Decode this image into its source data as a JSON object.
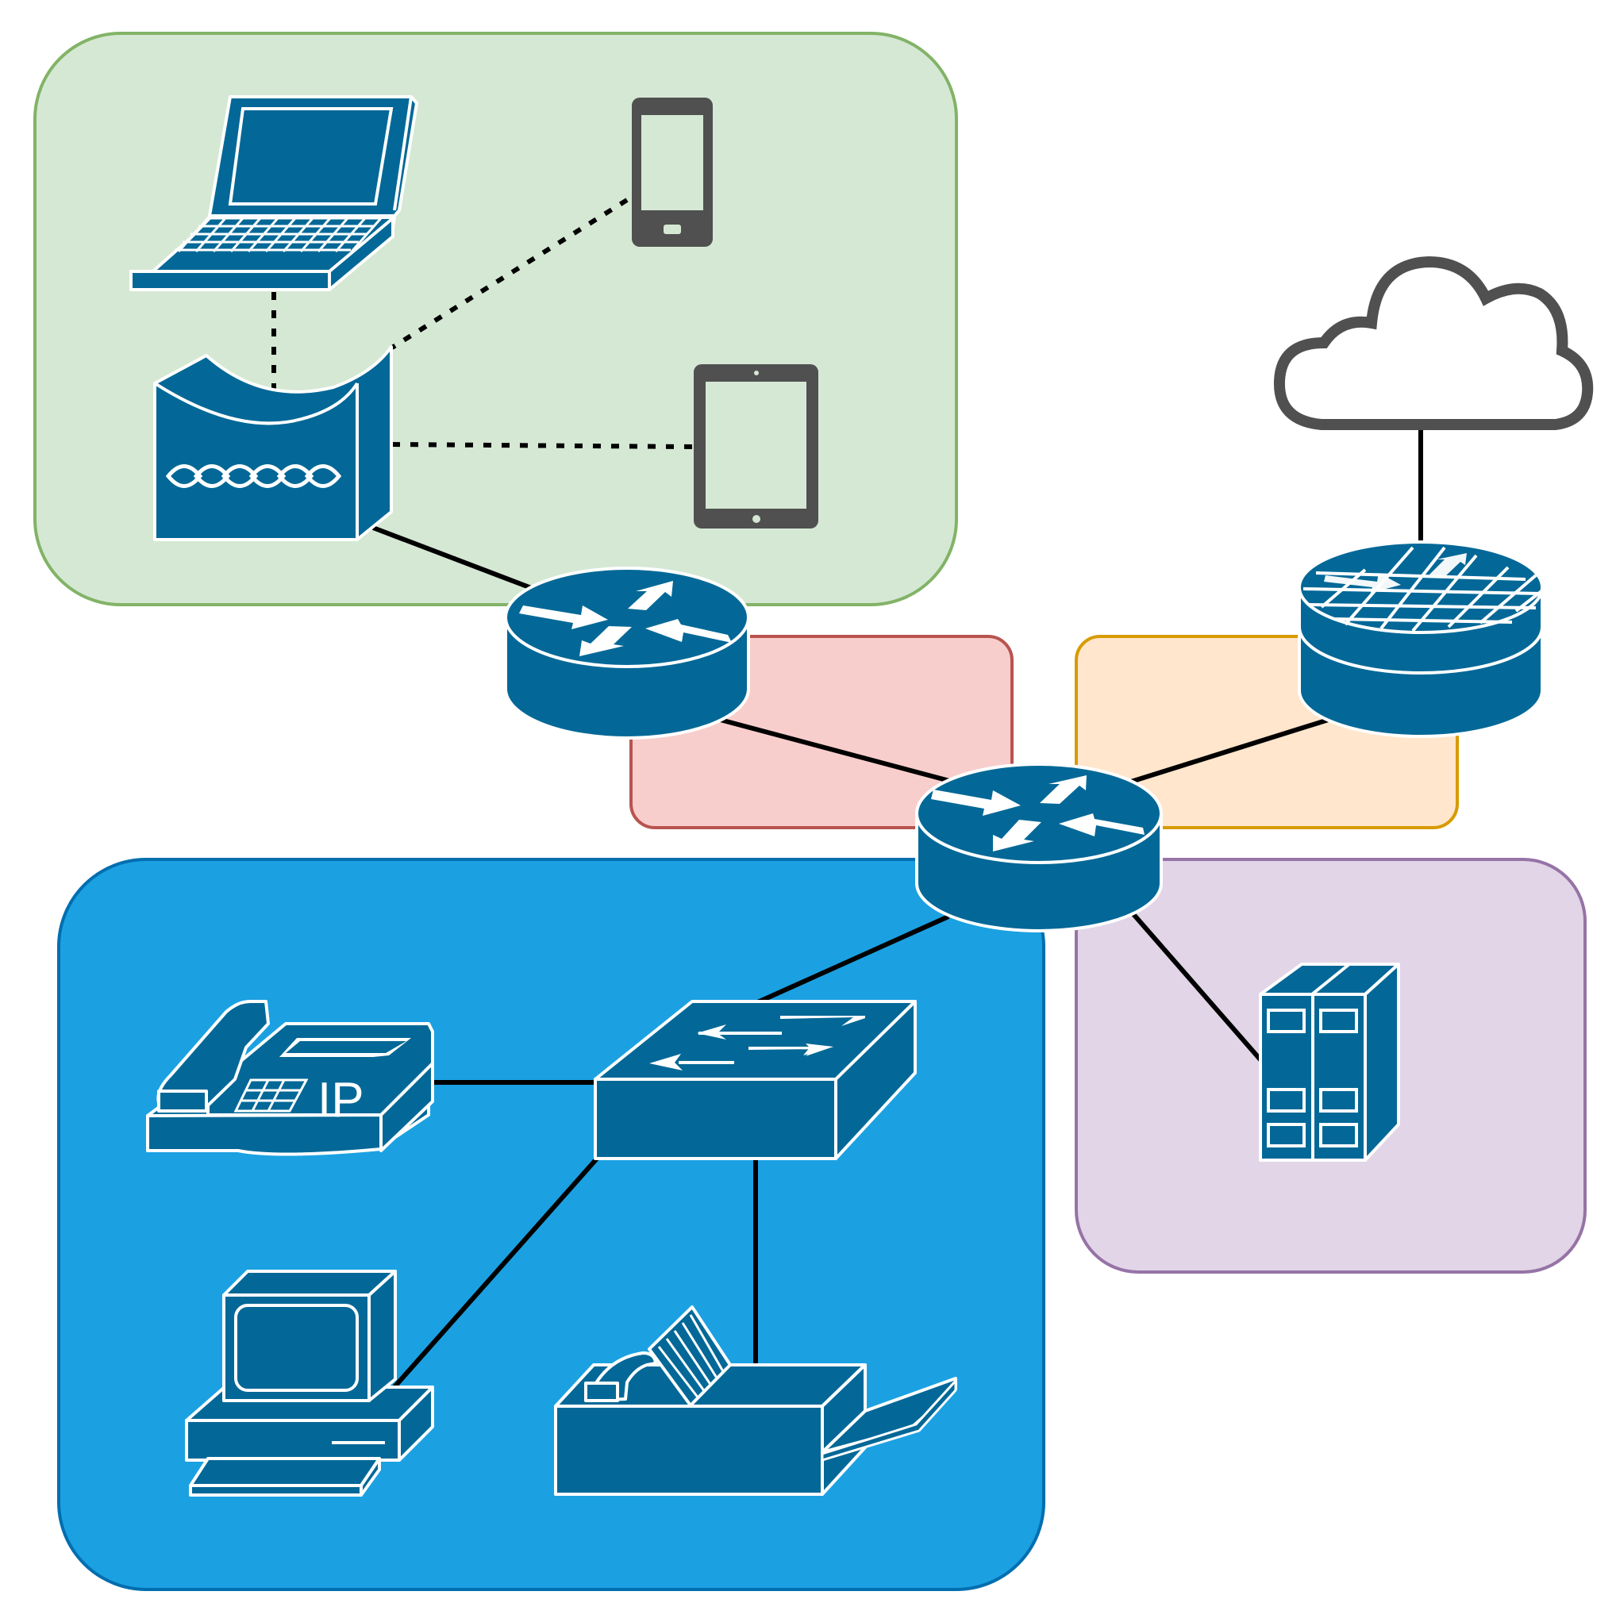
{
  "diagram": {
    "type": "network-topology",
    "colors": {
      "device_blue": "#036897",
      "device_gray": "#505050",
      "link": "#000000"
    },
    "zones": [
      {
        "id": "wireless",
        "fill": "#d5e8d4",
        "stroke": "#82b366"
      },
      {
        "id": "transit-core",
        "fill": "#f8cecc",
        "stroke": "#b85450"
      },
      {
        "id": "edge",
        "fill": "#ffe6cc",
        "stroke": "#d79b00"
      },
      {
        "id": "lan",
        "fill": "#1ba1e2",
        "stroke": "#006eaf"
      },
      {
        "id": "server",
        "fill": "#e1d5e7",
        "stroke": "#9673a6"
      }
    ],
    "nodes": [
      {
        "id": "laptop",
        "kind": "laptop",
        "zone": "wireless"
      },
      {
        "id": "access-point",
        "kind": "wireless-access-point",
        "zone": "wireless"
      },
      {
        "id": "smartphone",
        "kind": "smartphone",
        "zone": "wireless"
      },
      {
        "id": "tablet",
        "kind": "tablet",
        "zone": "wireless"
      },
      {
        "id": "router-1",
        "kind": "router"
      },
      {
        "id": "router-core",
        "kind": "router"
      },
      {
        "id": "firewall-router",
        "kind": "firewall"
      },
      {
        "id": "internet",
        "kind": "cloud"
      },
      {
        "id": "lan-switch",
        "kind": "switch",
        "zone": "lan"
      },
      {
        "id": "ip-phone",
        "kind": "ip-phone",
        "zone": "lan",
        "label": "IP"
      },
      {
        "id": "workstation",
        "kind": "workstation",
        "zone": "lan"
      },
      {
        "id": "fax",
        "kind": "fax",
        "zone": "lan"
      },
      {
        "id": "server",
        "kind": "server",
        "zone": "server"
      }
    ],
    "links": [
      {
        "from": "laptop",
        "to": "access-point",
        "style": "wireless"
      },
      {
        "from": "smartphone",
        "to": "access-point",
        "style": "wireless"
      },
      {
        "from": "tablet",
        "to": "access-point",
        "style": "wireless"
      },
      {
        "from": "access-point",
        "to": "router-1",
        "style": "wired"
      },
      {
        "from": "router-1",
        "to": "router-core",
        "style": "wired"
      },
      {
        "from": "router-core",
        "to": "firewall-router",
        "style": "wired"
      },
      {
        "from": "firewall-router",
        "to": "internet",
        "style": "wired"
      },
      {
        "from": "router-core",
        "to": "lan-switch",
        "style": "wired"
      },
      {
        "from": "router-core",
        "to": "server",
        "style": "wired"
      },
      {
        "from": "lan-switch",
        "to": "ip-phone",
        "style": "wired"
      },
      {
        "from": "lan-switch",
        "to": "workstation",
        "style": "wired"
      },
      {
        "from": "lan-switch",
        "to": "fax",
        "style": "wired"
      }
    ],
    "ip_phone_label": "IP"
  }
}
